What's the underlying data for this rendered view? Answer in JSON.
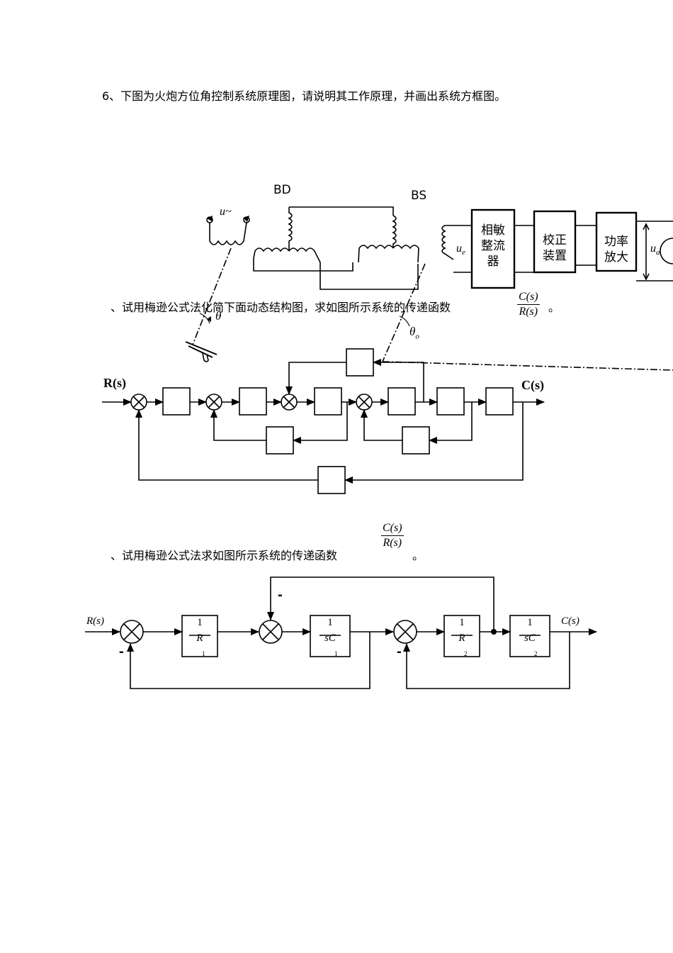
{
  "q6": {
    "text": "6、下图为火炮方位角控制系统原理图，请说明其工作原理，并画出系统方框图。"
  },
  "figure1": {
    "bd_label": "BD",
    "bs_label": "BS",
    "u_source": "u~",
    "ue_label": "u",
    "ue_sub": "e",
    "ua_label": "u",
    "ua_sub": "a",
    "theta_i": "θ",
    "theta_o": "θ",
    "theta_o_sub": "o",
    "blocks": [
      {
        "line1": "相敏",
        "line2": "整流",
        "line3": "器"
      },
      {
        "line1": "校正",
        "line2": "装置"
      },
      {
        "line1": "功率",
        "line2": "放大"
      }
    ]
  },
  "q7": {
    "text": "、试用梅逊公式法化简下面动态结构图，求如图所示系统的传递函数",
    "frac_num": "C(s)",
    "frac_den": "R(s)",
    "tail": "。",
    "input_label": "R(s)",
    "output_label": "C(s)"
  },
  "q8": {
    "text": "、试用梅逊公式法求如图所示系统的传递函数",
    "frac_num": "C(s)",
    "frac_den": "R(s)",
    "tail": "。",
    "input_label": "R(s)",
    "output_label": "C(s)",
    "minus": "-",
    "blocks": [
      {
        "num": "1",
        "den": "R",
        "sub": "1"
      },
      {
        "num": "1",
        "den": "sC",
        "sub": "1"
      },
      {
        "num": "1",
        "den": "R",
        "sub": "2"
      },
      {
        "num": "1",
        "den": "sC",
        "sub": "2"
      }
    ]
  }
}
